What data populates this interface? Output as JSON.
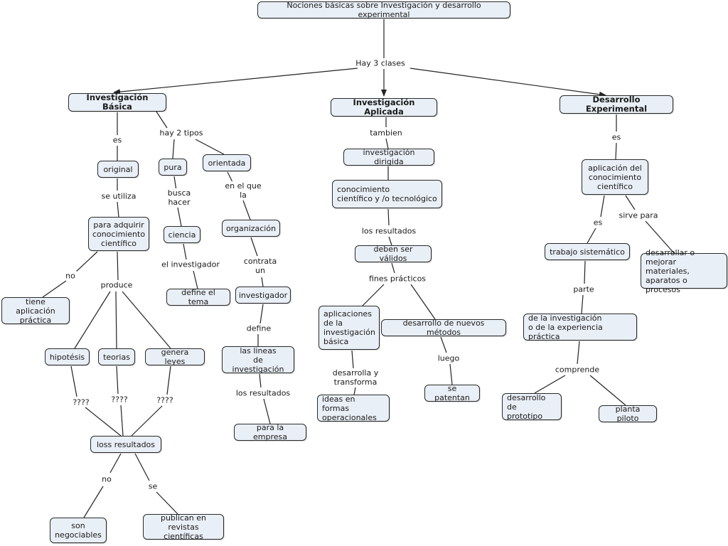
{
  "nodes": {
    "root": "Nociones básicas sobre Investigación y desarrollo experimental",
    "basica": "Investigación Básica",
    "aplicada": "Investigación Aplicada",
    "experimental": "Desarrollo Experimental",
    "original": "original",
    "pura": "pura",
    "orientada": "orientada",
    "adquirir": "para adquirir\nconocimiento\ncientífico",
    "ciencia": "ciencia",
    "organizacion": "organización",
    "define_tema": "define el tema",
    "investigador": "investigador",
    "tiene_aplicacion": "tiene aplicación\npráctica",
    "hipotesis": "hipotésis",
    "teorias": "teorias",
    "genera_leyes": "genera leyes",
    "lineas": "las lineas\nde investigación",
    "para_empresa": "para la empresa",
    "loss_resultados": "loss resultados",
    "son_negociables": "son\nnegociables",
    "publican": "publican en\nrevistas científicas",
    "inv_dirigida": "investigación dirigida",
    "conocimiento": "conocimiento\ncientífico y /o tecnológico",
    "validos": "deben ser válidos",
    "aplicaciones": "aplicaciones\nde la\ninvestigación\nbásica",
    "nuevos_metodos": "desarrollo de nuevos métodos",
    "ideas": "ideas en formas\noperacionales",
    "patentan": "se patentan",
    "aplicacion_conocimiento": "aplicación del\nconocimiento\ncientífico",
    "trabajo": "trabajo sistemático",
    "desarrollar": "desarrollar o\nmejorar materiales,\naparatos o procesos",
    "de_la_investigacion": "de la investigación\no de la experiencia práctica",
    "prototipo": "desarrollo de\nprototipo",
    "planta": "planta piloto"
  },
  "links": {
    "hay3": "Hay 3 clases",
    "es_basica": "es",
    "hay2": "hay 2 tipos",
    "se_utiliza": "se utiliza",
    "busca_hacer": "busca\nhacer",
    "en_el_que": "en el que\nla",
    "el_investigador": "el investigador",
    "contrata": "contrata\nun",
    "no_1": "no",
    "produce": "produce",
    "define": "define",
    "q1": "????",
    "q2": "????",
    "q3": "????",
    "los_resultados_1": "los resultados",
    "no_2": "no",
    "se": "se",
    "tambien": "tambien",
    "los_resultados_2": "los resultados",
    "fines": "fines prácticos",
    "desarrolla": "desarrolla y\ntransforma",
    "luego": "luego",
    "es_exp": "es",
    "es_2": "es",
    "sirve": "sirve para",
    "parte": "parte",
    "comprende": "comprende"
  }
}
